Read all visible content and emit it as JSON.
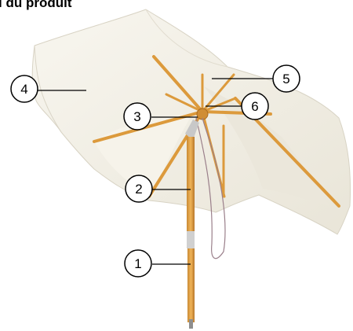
{
  "title": "l du produit",
  "callouts": [
    "1",
    "2",
    "3",
    "4",
    "5",
    "6"
  ],
  "colors": {
    "canopy": "#f3f0e6",
    "canopy_shadow": "#e2ddcf",
    "wood": "#dc9a3c",
    "wood_dark": "#b8772a",
    "metal": "#c8c8c8",
    "cord": "#9a7f8a"
  }
}
